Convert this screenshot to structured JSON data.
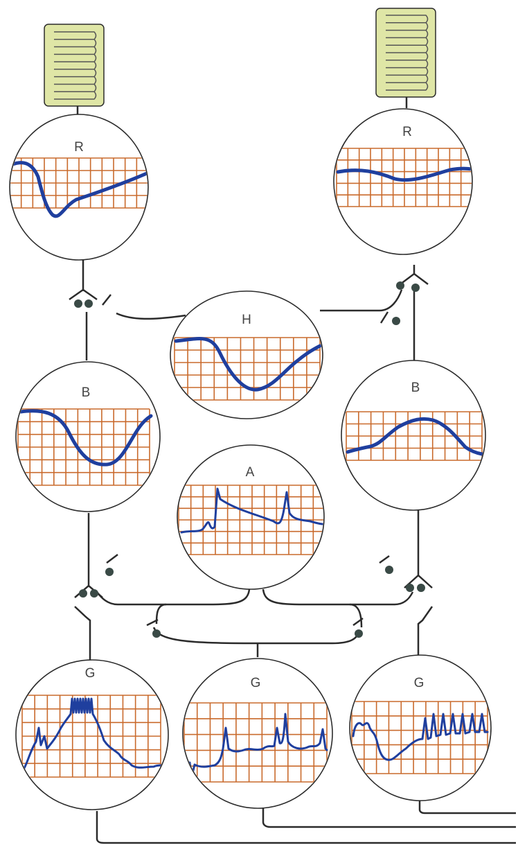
{
  "colors": {
    "background": "#ffffff",
    "trace": "#1f3f9e",
    "grid": "#c96a2c",
    "receptor_fill": "#dfe6a6",
    "line": "#2b2b2b",
    "synapse": "#3a4a46"
  },
  "cells": {
    "receptor_left": {
      "label": "R"
    },
    "receptor_right": {
      "label": "R"
    },
    "horizontal": {
      "label": "H"
    },
    "bipolar_left": {
      "label": "B"
    },
    "bipolar_right": {
      "label": "B"
    },
    "amacrine": {
      "label": "A"
    },
    "ganglion_left": {
      "label": "G"
    },
    "ganglion_middle": {
      "label": "G"
    },
    "ganglion_right": {
      "label": "G"
    }
  }
}
